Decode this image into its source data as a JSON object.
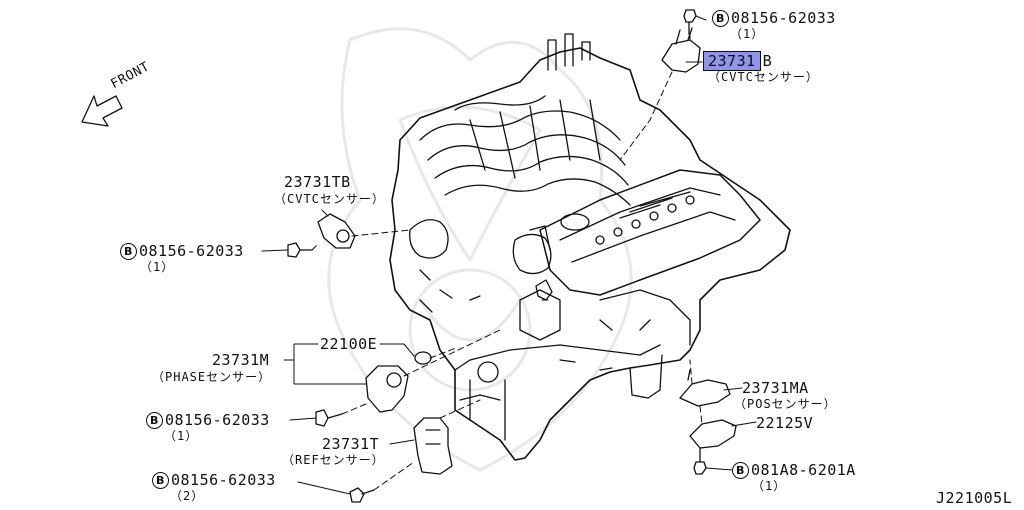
{
  "diagram_id": "J221005L",
  "front_label": "FRONT",
  "bolt_symbol": "B",
  "highlight_color": "#8f95e6",
  "line_color": "#111111",
  "parts": {
    "cvtc_top": {
      "part_no": "23731",
      "suffix": "B",
      "sub": "（CVTCセンサー）"
    },
    "bolt_top": {
      "part_no": "08156-62033",
      "qty": "（1）"
    },
    "cvtc_left": {
      "part_no": "23731TB",
      "sub": "（CVTCセンサー）"
    },
    "bolt_left": {
      "part_no": "08156-62033",
      "qty": "（1）"
    },
    "gasket": {
      "part_no": "22100E"
    },
    "phase_sensor": {
      "part_no": "23731M",
      "sub": "（PHASEセンサー）"
    },
    "bolt_phase": {
      "part_no": "08156-62033",
      "qty": "（1）"
    },
    "ref_sensor": {
      "part_no": "23731T",
      "sub": "（REFセンサー）"
    },
    "bolt_ref": {
      "part_no": "08156-62033",
      "qty": "（2）"
    },
    "pos_sensor": {
      "part_no": "23731MA",
      "sub": "（POSセンサー）"
    },
    "bracket": {
      "part_no": "22125V"
    },
    "bolt_pos": {
      "part_no": "081A8-6201A",
      "qty": "（1）"
    }
  }
}
